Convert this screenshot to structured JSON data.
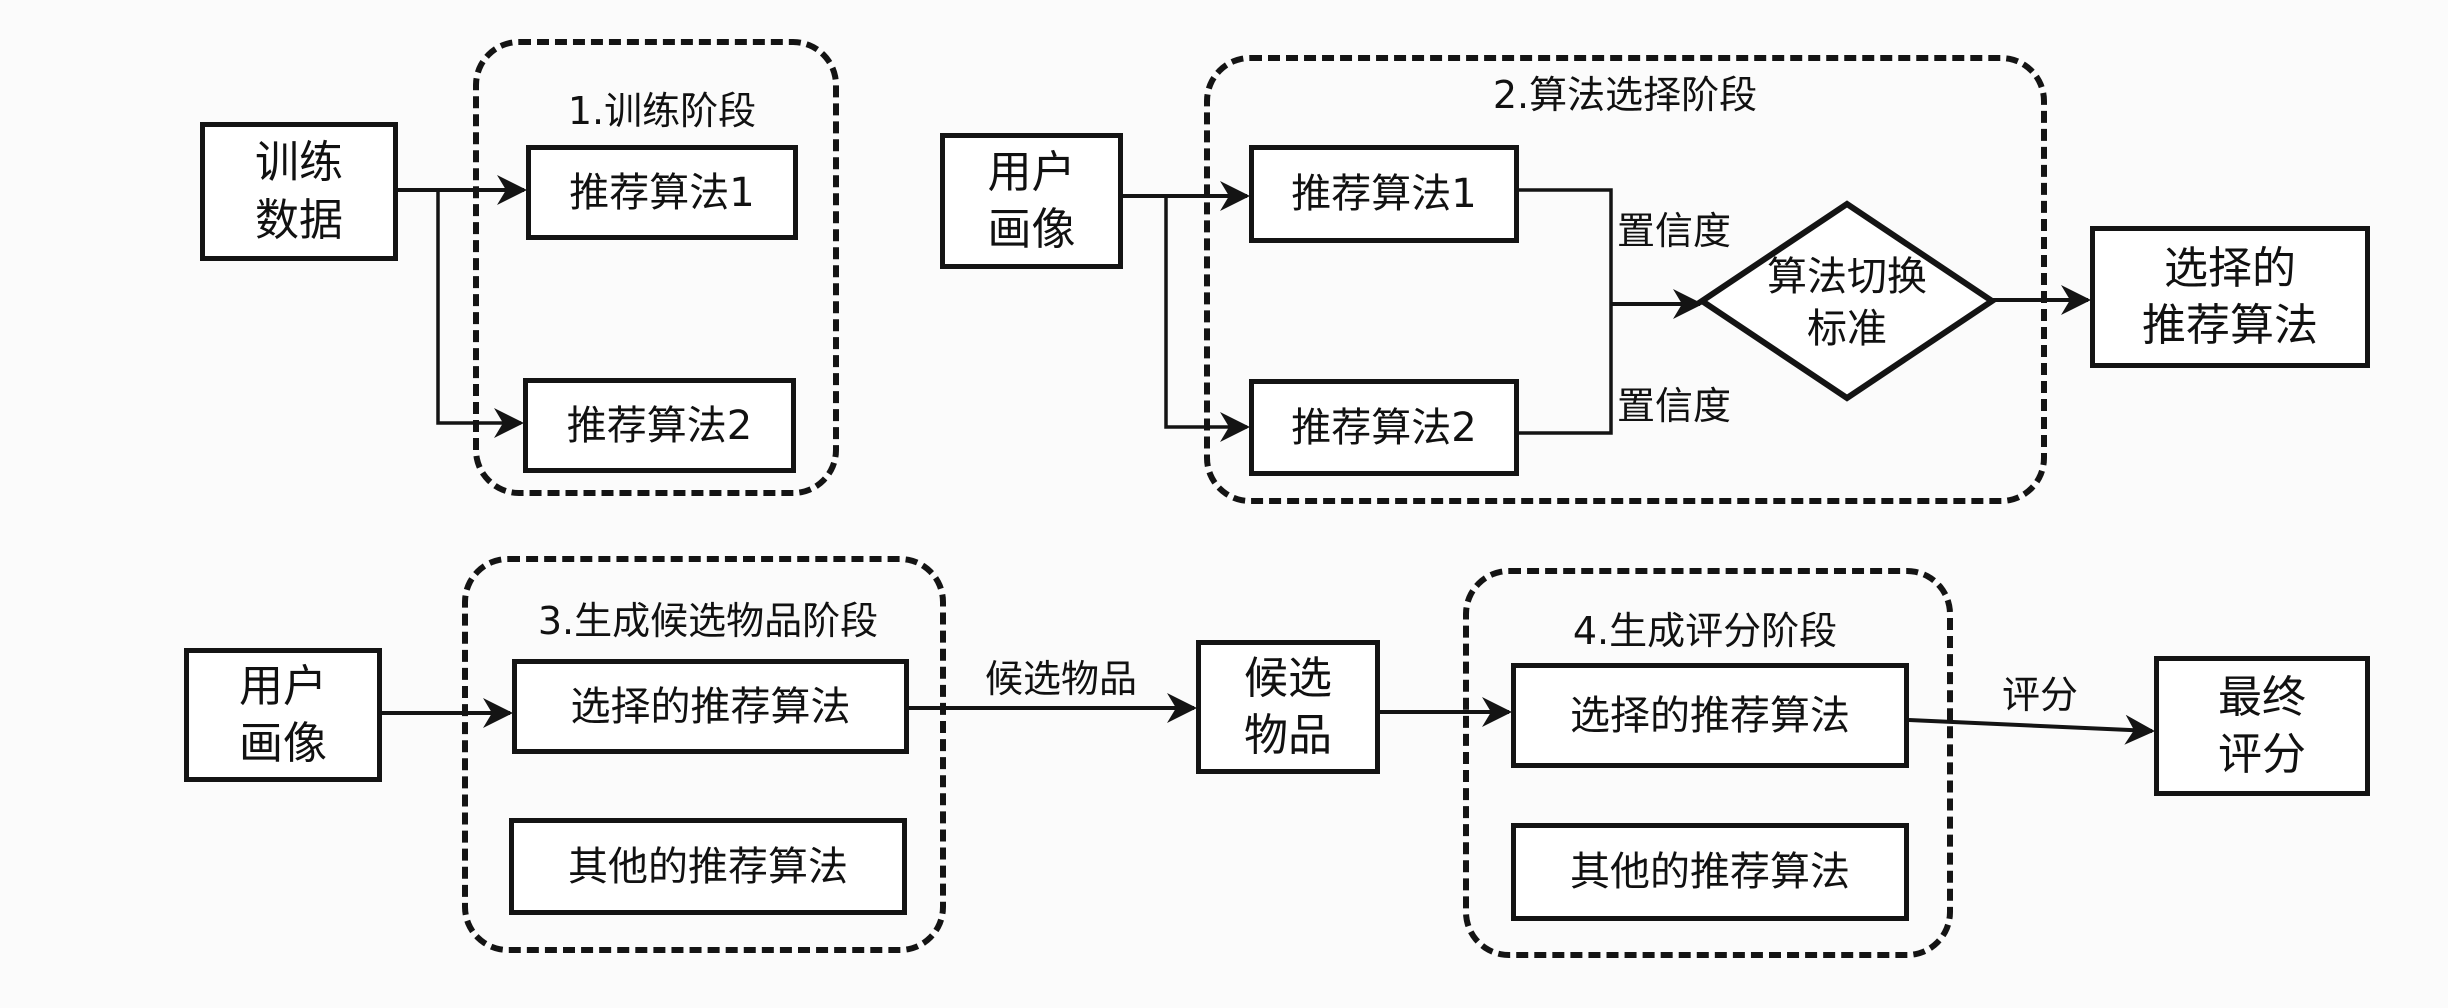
{
  "diagram": {
    "stages": [
      {
        "id": "stage1",
        "label": "1.训练阶段"
      },
      {
        "id": "stage2",
        "label": "2.算法选择阶段"
      },
      {
        "id": "stage3",
        "label": "3.生成候选物品阶段"
      },
      {
        "id": "stage4",
        "label": "4.生成评分阶段"
      }
    ],
    "nodes": {
      "training_data": "训练\n数据",
      "s1_algo1": "推荐算法1",
      "s1_algo2": "推荐算法2",
      "user_profile_top": "用户\n画像",
      "s2_algo1": "推荐算法1",
      "s2_algo2": "推荐算法2",
      "switch_criterion": "算法切换\n标准",
      "selected_algo_out": "选择的\n推荐算法",
      "user_profile_bottom": "用户\n画像",
      "s3_selected": "选择的推荐算法",
      "s3_other": "其他的推荐算法",
      "candidate_items": "候选\n物品",
      "s4_selected": "选择的推荐算法",
      "s4_other": "其他的推荐算法",
      "final_score": "最终\n评分"
    },
    "edge_labels": {
      "confidence_1": "置信度",
      "confidence_2": "置信度",
      "candidate_items": "候选物品",
      "score": "评分"
    },
    "edges": [
      {
        "from": "training_data",
        "to": "s1_algo1"
      },
      {
        "from": "training_data",
        "to": "s1_algo2"
      },
      {
        "from": "user_profile_top",
        "to": "s2_algo1"
      },
      {
        "from": "user_profile_top",
        "to": "s2_algo2"
      },
      {
        "from": "s2_algo1",
        "to": "switch_criterion",
        "label": "置信度"
      },
      {
        "from": "s2_algo2",
        "to": "switch_criterion",
        "label": "置信度"
      },
      {
        "from": "switch_criterion",
        "to": "selected_algo_out"
      },
      {
        "from": "user_profile_bottom",
        "to": "s3_selected"
      },
      {
        "from": "s3_selected",
        "to": "candidate_items",
        "label": "候选物品"
      },
      {
        "from": "candidate_items",
        "to": "s4_selected"
      },
      {
        "from": "s4_selected",
        "to": "final_score",
        "label": "评分"
      }
    ],
    "colors": {
      "stroke": "#141414",
      "background": "#fbfbfb"
    }
  }
}
